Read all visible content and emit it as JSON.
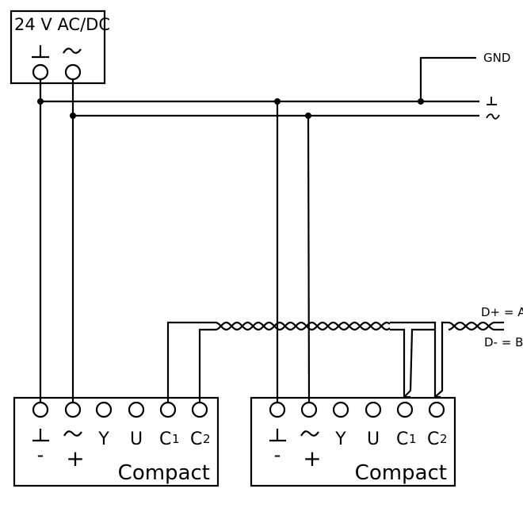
{
  "power_supply": {
    "label": "24 V AC/DC",
    "terminals": [
      {
        "icon": "ground-symbol-icon"
      },
      {
        "icon": "ac-tilde-icon"
      }
    ]
  },
  "bus": {
    "gnd_label": "GND",
    "rail_icons": [
      "ground-symbol-icon",
      "ac-tilde-icon"
    ]
  },
  "comm": {
    "d_plus_label": "D+ = A",
    "d_minus_label": "D- = B"
  },
  "devices": [
    {
      "name": "Compact",
      "terminals": [
        {
          "icon": "ground-symbol-icon",
          "polarity": "-"
        },
        {
          "icon": "ac-tilde-icon",
          "polarity": "+"
        },
        {
          "label": "Y"
        },
        {
          "label": "U"
        },
        {
          "label": "C",
          "sub": "1"
        },
        {
          "label": "C",
          "sub": "2"
        }
      ]
    },
    {
      "name": "Compact",
      "terminals": [
        {
          "icon": "ground-symbol-icon",
          "polarity": "-"
        },
        {
          "icon": "ac-tilde-icon",
          "polarity": "+"
        },
        {
          "label": "Y"
        },
        {
          "label": "U"
        },
        {
          "label": "C",
          "sub": "1"
        },
        {
          "label": "C",
          "sub": "2"
        }
      ]
    }
  ]
}
